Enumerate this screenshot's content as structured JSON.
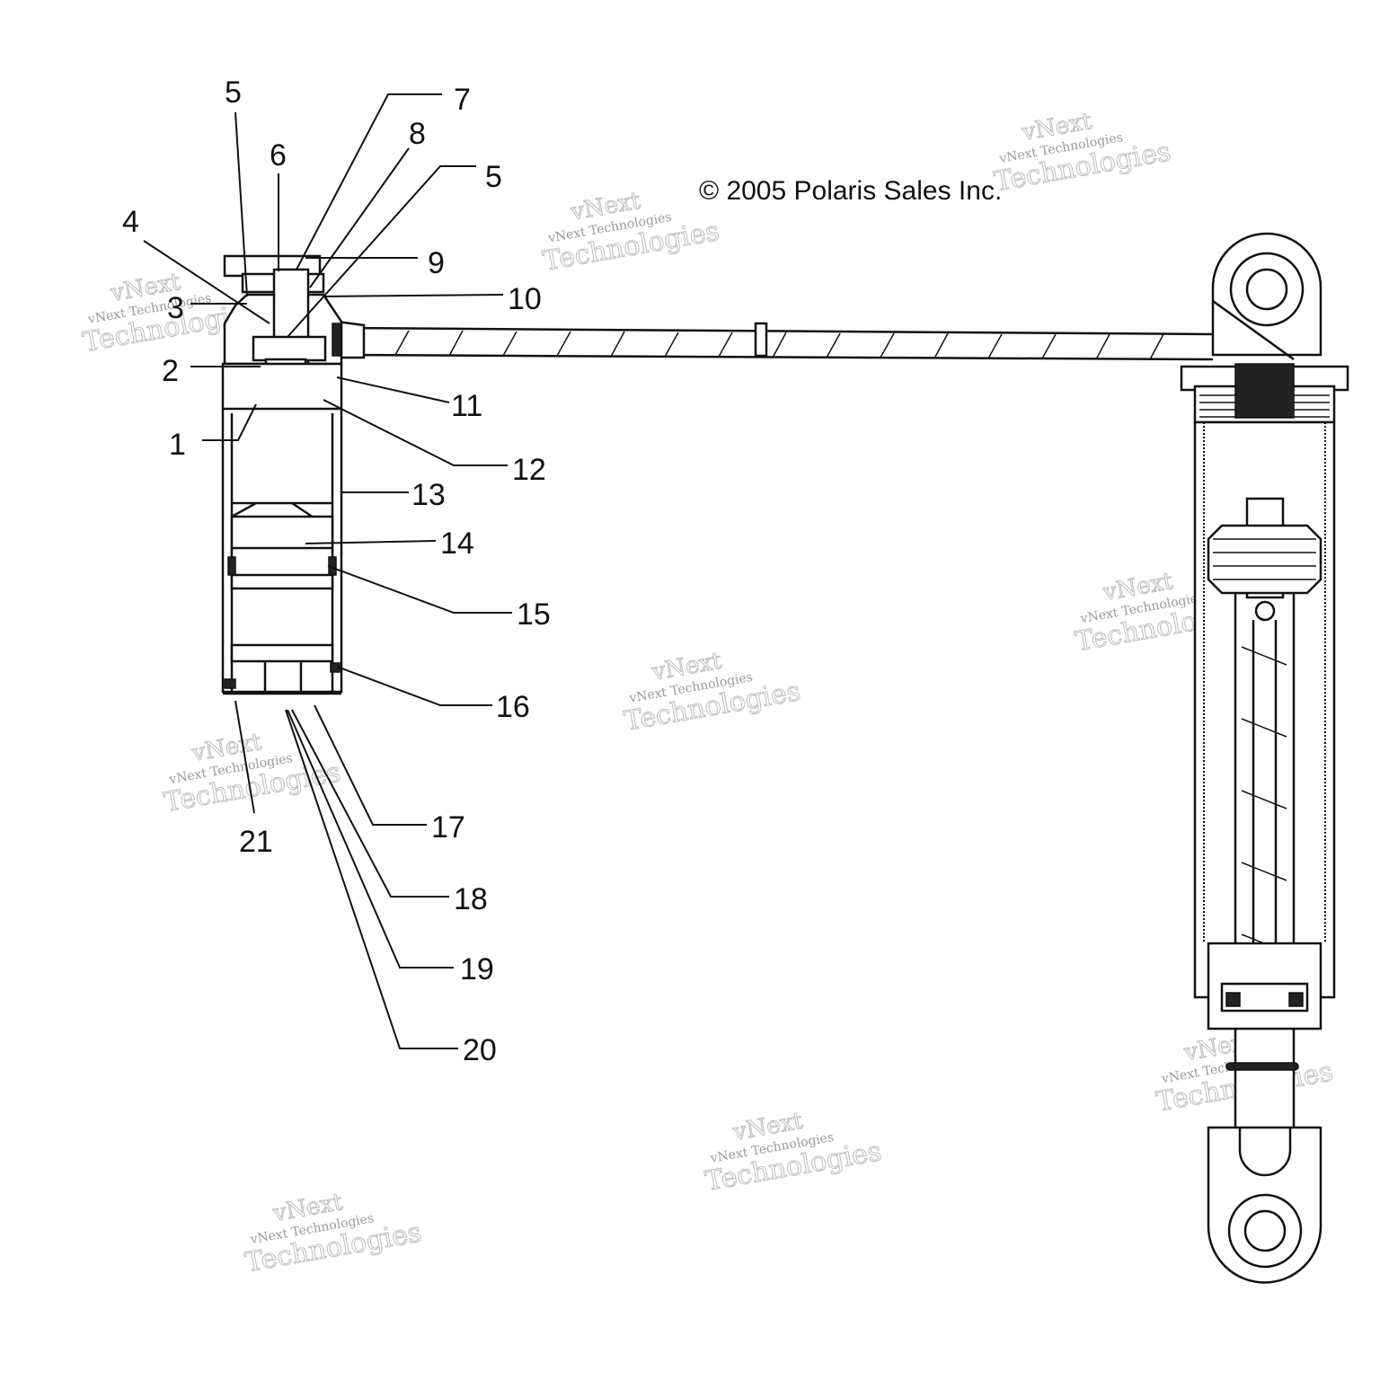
{
  "copyright": "© 2005 Polaris Sales Inc.",
  "watermark": {
    "line1": "vNext Technologies",
    "line2": "vNext",
    "line3": "Technologies"
  },
  "callouts": [
    {
      "label": "1"
    },
    {
      "label": "2"
    },
    {
      "label": "3"
    },
    {
      "label": "4"
    },
    {
      "label": "5"
    },
    {
      "label": "6"
    },
    {
      "label": "7"
    },
    {
      "label": "8"
    },
    {
      "label": "5"
    },
    {
      "label": "9"
    },
    {
      "label": "10"
    },
    {
      "label": "11"
    },
    {
      "label": "12"
    },
    {
      "label": "13"
    },
    {
      "label": "14"
    },
    {
      "label": "15"
    },
    {
      "label": "16"
    },
    {
      "label": "17"
    },
    {
      "label": "18"
    },
    {
      "label": "19"
    },
    {
      "label": "20"
    },
    {
      "label": "21"
    }
  ]
}
